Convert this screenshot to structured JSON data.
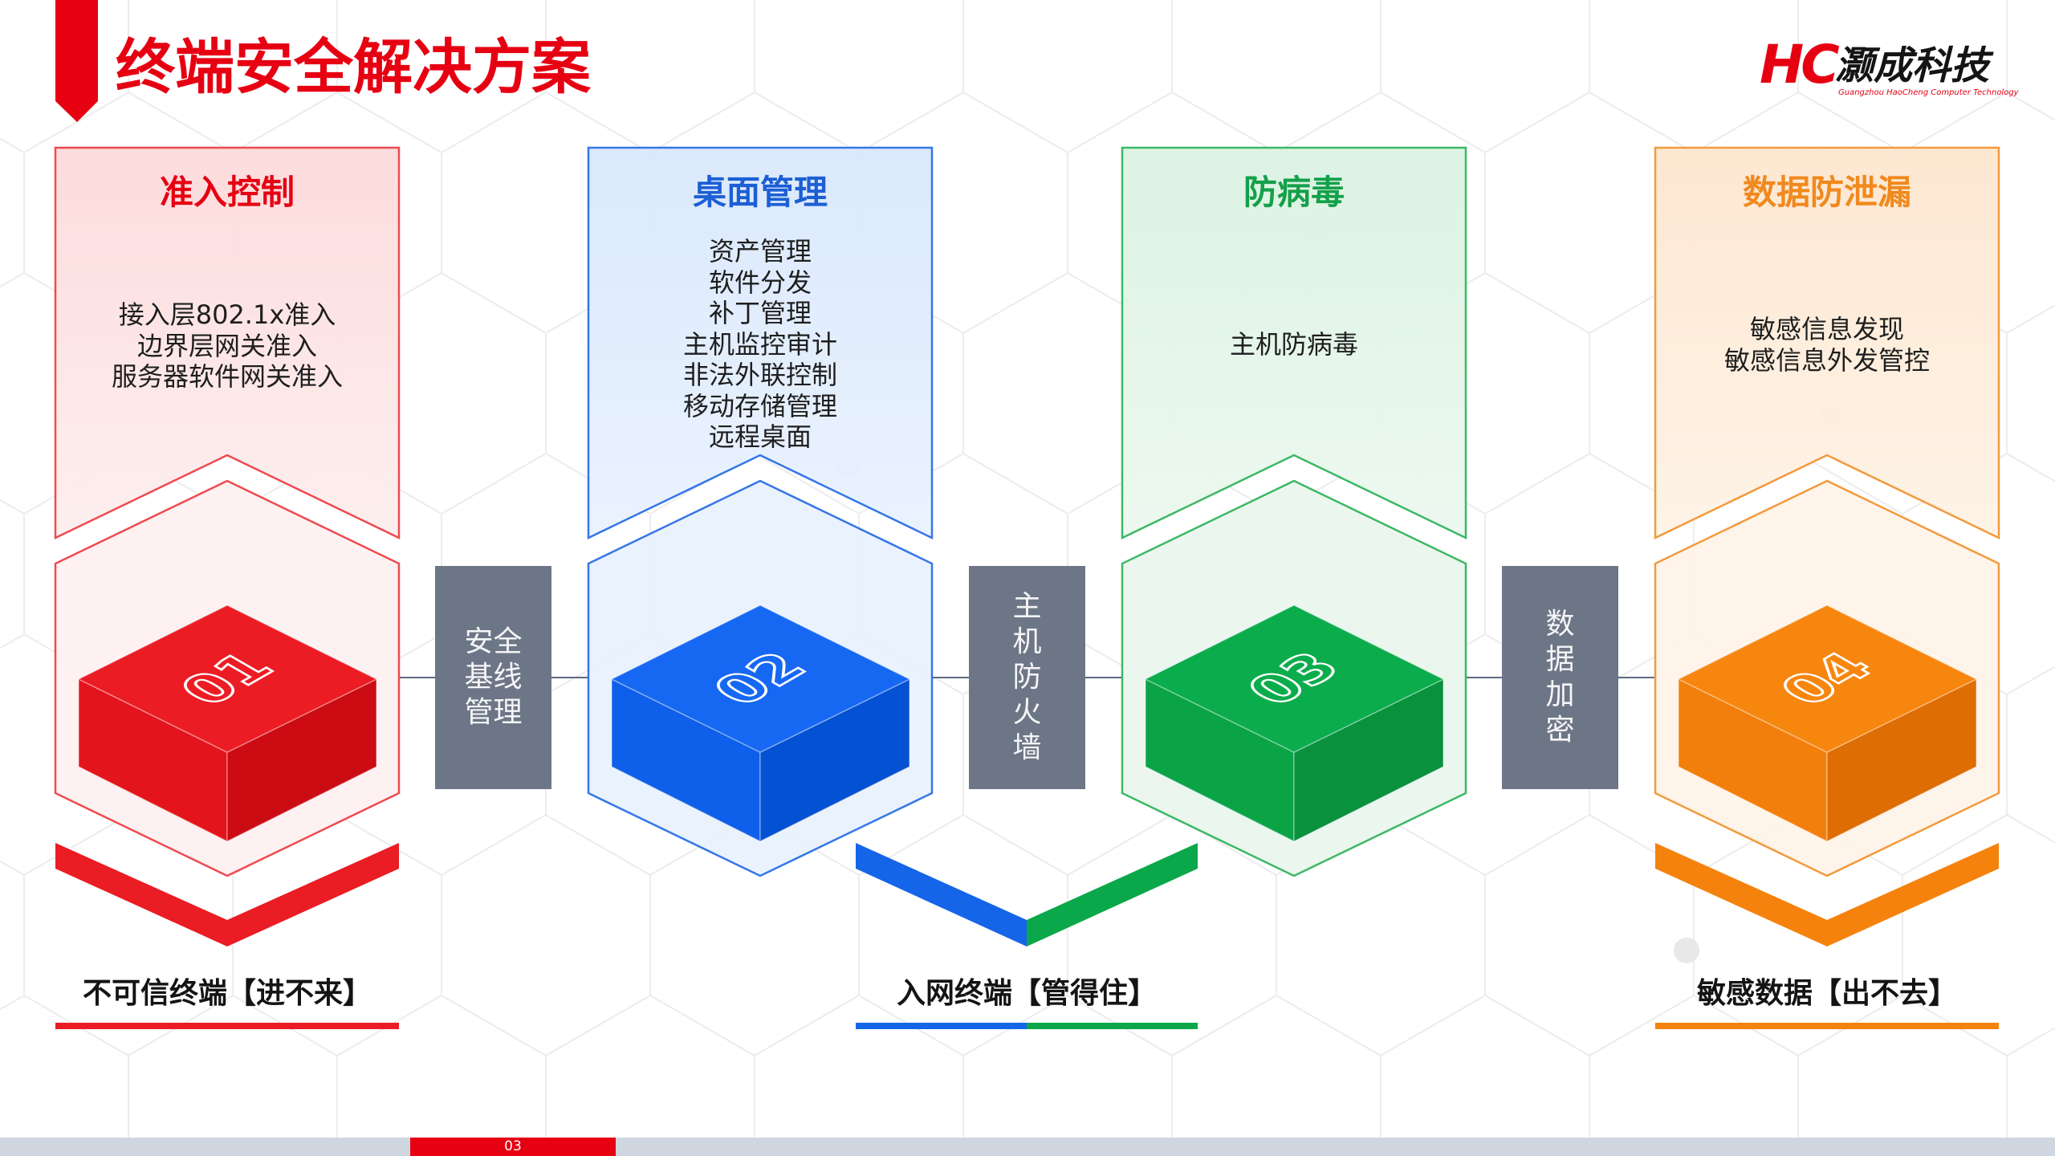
{
  "header": {
    "title": "终端安全解决方案"
  },
  "logo": {
    "mark": "HC",
    "name": "灏成科技",
    "tagline": "Guangzhou HaoCheng Computer Technology"
  },
  "columns": [
    {
      "number": "01",
      "title": "准入控制",
      "items": [
        "接入层802.1x准入",
        "边界层网关准入",
        "服务器软件网关准入"
      ],
      "accent": "#e60012"
    },
    {
      "number": "02",
      "title": "桌面管理",
      "items": [
        "资产管理",
        "软件分发",
        "补丁管理",
        "主机监控审计",
        "非法外联控制",
        "移动存储管理",
        "远程桌面"
      ],
      "accent": "#1c5fd4"
    },
    {
      "number": "03",
      "title": "防病毒",
      "items": [
        "主机防病毒"
      ],
      "accent": "#14a04a"
    },
    {
      "number": "04",
      "title": "数据防泄漏",
      "items": [
        "敏感信息发现",
        "敏感信息外发管控"
      ],
      "accent": "#f0891e"
    }
  ],
  "connectors": [
    {
      "label": "安全基线管理"
    },
    {
      "label": "主机防火墙"
    },
    {
      "label": "数据加密"
    }
  ],
  "outcomes": [
    {
      "label": "不可信终端【进不来】"
    },
    {
      "label": "入网终端【管得住】"
    },
    {
      "label": "敏感数据【出不去】"
    }
  ],
  "footer": {
    "page": "03"
  },
  "colors": {
    "red": "#e60012",
    "blue": "#1565e8",
    "green": "#0aa84a",
    "orange": "#f5820d",
    "connector_gray": "#6d7686",
    "footer_gray": "#cfd6e0"
  }
}
